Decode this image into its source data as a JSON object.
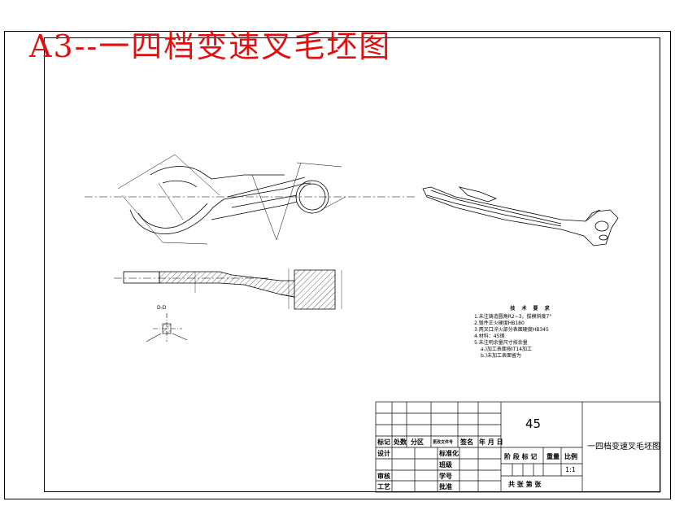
{
  "header": {
    "title": "A3--一四档变速叉毛坯图"
  },
  "technical_notes": {
    "title": "技 术 要 求",
    "items": [
      "1.未注铸造圆角R2~3，拔模斜度7°",
      "2.锻件正火硬度HB180",
      "3.两叉口淬火部分表面硬度HB345",
      "4.材料：45钢",
      "5.未注明余量尺寸按余量",
      "a.)加工表面按IT14加工",
      "b.)未加工表面留为"
    ]
  },
  "title_block": {
    "material": "45",
    "drawing_name": "一四档变速叉毛坯图",
    "scale": "1:1",
    "labels": {
      "mark": "标记",
      "count": "处数",
      "zone": "分区",
      "change_doc": "更改文件号",
      "signature": "签名",
      "date": "年 月 日",
      "design": "设计",
      "standardize": "标准化",
      "stage_mark": "阶 段 标 记",
      "weight": "重量",
      "scale_label": "比例",
      "class": "班级",
      "review": "审核",
      "student_no": "学号",
      "process": "工艺",
      "approve": "批准",
      "total_sheets": "共   张  第   张"
    }
  },
  "views": {
    "section_label": "D-D"
  }
}
